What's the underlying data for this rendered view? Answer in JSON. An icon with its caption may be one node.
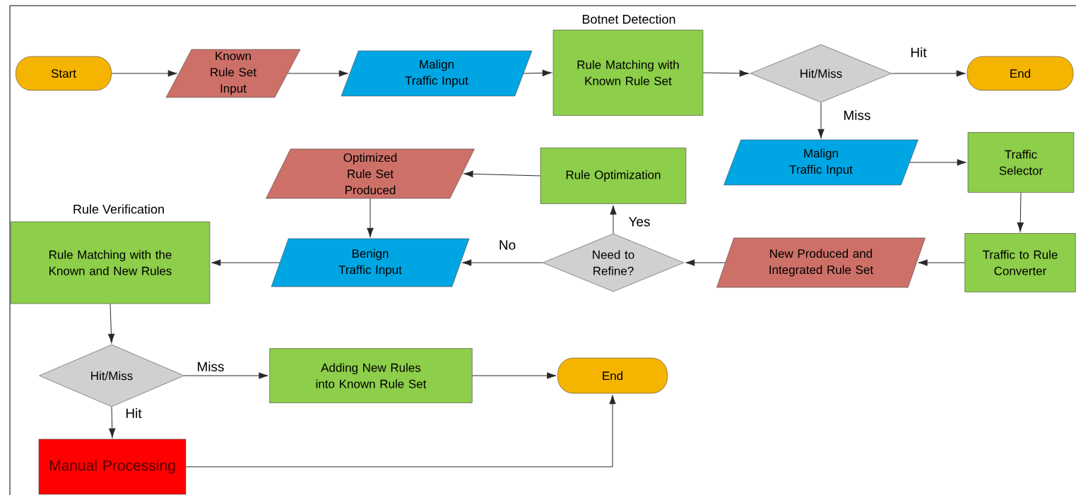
{
  "diagram": {
    "nodes": [
      {
        "text": [
          "Start"
        ]
      },
      {
        "text": [
          "Known Rule Set Input"
        ]
      },
      {
        "text": [
          "Malign Traffic Input"
        ]
      },
      {
        "text": [
          "Botnet Detection",
          "Rule Matching with Known Rule Set"
        ]
      },
      {
        "text": [
          "Hit/Miss"
        ]
      },
      {
        "text": [
          "End"
        ]
      },
      {
        "text": [
          "Malign Traffic Input"
        ]
      },
      {
        "text": [
          "Traffic Selector"
        ]
      },
      {
        "text": [
          "Traffic to Rule Converter"
        ]
      },
      {
        "text": [
          "New Produced and Integrated Rule Set"
        ]
      },
      {
        "text": [
          "Need to Refine?"
        ]
      },
      {
        "text": [
          "Rule Optimization"
        ]
      },
      {
        "text": [
          "Optimized Rule Set Produced"
        ]
      },
      {
        "text": [
          "Benign Traffic Input"
        ]
      },
      {
        "text": [
          "Rule Verification",
          "Rule Matching with the Known and New Rules"
        ]
      },
      {
        "text": [
          "Hit/Miss"
        ]
      },
      {
        "text": [
          "Adding New Rules into Known Rule Set"
        ]
      },
      {
        "text": [
          "End"
        ]
      },
      {
        "text": [
          "Manual Processing"
        ]
      }
    ],
    "edges": [
      {
        "from": 0,
        "to": 1,
        "arrow": "to"
      },
      {
        "from": 1,
        "to": 2,
        "arrow": "to"
      },
      {
        "from": 2,
        "to": 3,
        "arrow": "to"
      },
      {
        "from": 3,
        "to": 4,
        "arrow": "to"
      },
      {
        "from": 4,
        "to": 5,
        "arrow": "to",
        "label": "Hit"
      },
      {
        "from": 4,
        "to": 6,
        "arrow": "to",
        "label": "Miss"
      },
      {
        "from": 6,
        "to": 7,
        "arrow": "to"
      },
      {
        "from": 7,
        "to": 8,
        "arrow": "to"
      },
      {
        "from": 8,
        "to": 9,
        "arrow": "to"
      },
      {
        "from": 9,
        "to": 10,
        "arrow": "to"
      },
      {
        "from": 10,
        "to": 11,
        "arrow": "to",
        "label": "Yes"
      },
      {
        "from": 11,
        "to": 12,
        "arrow": "to"
      },
      {
        "from": 12,
        "to": 13,
        "arrow": "to"
      },
      {
        "from": 10,
        "to": 13,
        "arrow": "to",
        "label": "No"
      },
      {
        "from": 13,
        "to": 14,
        "arrow": "to"
      },
      {
        "from": 14,
        "to": 15,
        "arrow": "to"
      },
      {
        "from": 15,
        "to": 16,
        "arrow": "to",
        "label": "Miss"
      },
      {
        "from": 15,
        "to": 18,
        "arrow": "to",
        "label": "Hit"
      },
      {
        "from": 16,
        "to": 17,
        "arrow": "to"
      },
      {
        "from": 18,
        "to": 17,
        "arrow": "to"
      }
    ]
  }
}
